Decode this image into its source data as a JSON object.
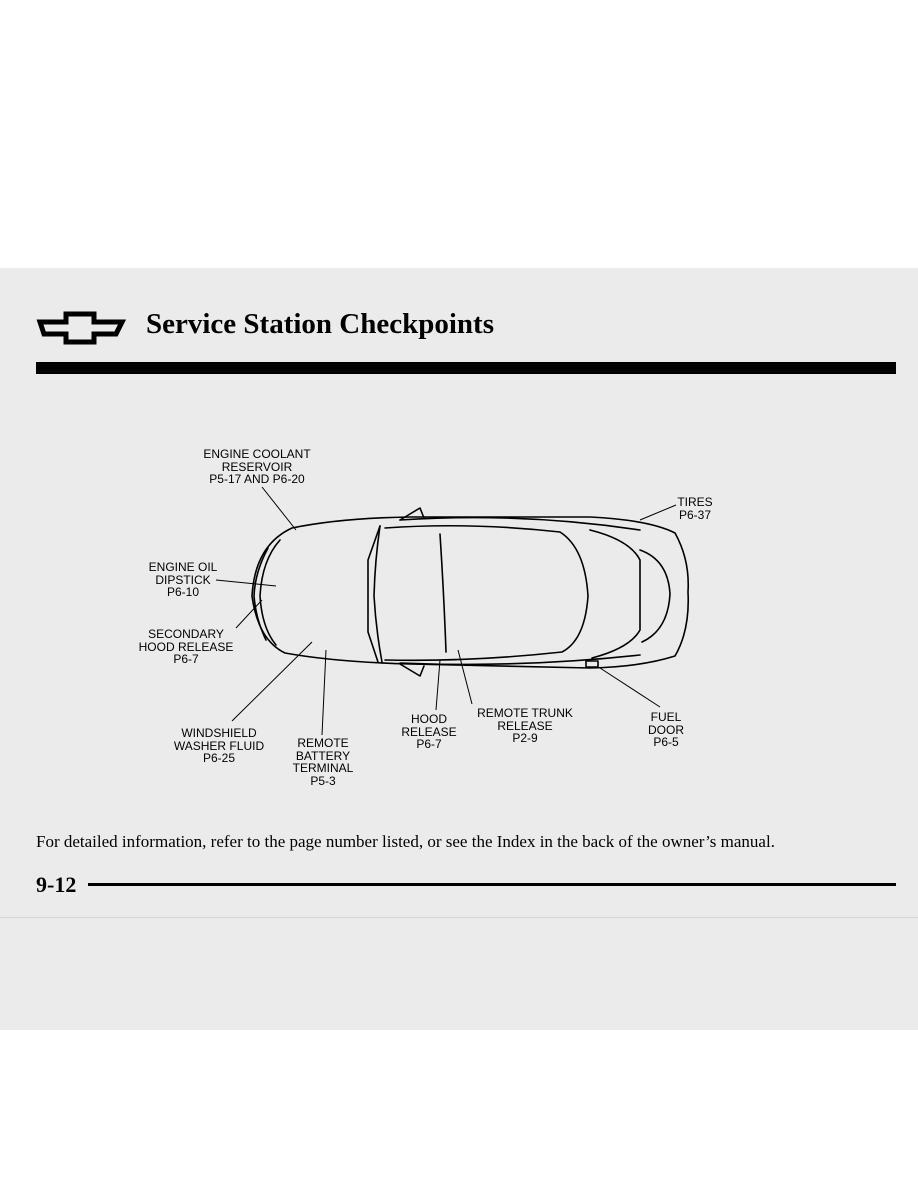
{
  "header": {
    "title": "Service Station Checkpoints",
    "logo": "chevrolet-bowtie-logo"
  },
  "callouts": {
    "coolant": [
      "ENGINE COOLANT",
      "RESERVOIR",
      "P5-17 AND P6-20"
    ],
    "oil": [
      "ENGINE OIL",
      "DIPSTICK",
      "P6-10"
    ],
    "secondary": [
      "SECONDARY",
      "HOOD RELEASE",
      "P6-7"
    ],
    "washer": [
      "WINDSHIELD",
      "WASHER FLUID",
      "P6-25"
    ],
    "battery": [
      "REMOTE",
      "BATTERY",
      "TERMINAL",
      "P5-3"
    ],
    "hood": [
      "HOOD",
      "RELEASE",
      "P6-7"
    ],
    "trunk": [
      "REMOTE TRUNK",
      "RELEASE",
      "P2-9"
    ],
    "fuel": [
      "FUEL",
      "DOOR",
      "P6-5"
    ],
    "tires": [
      "TIRES",
      "P6-37"
    ]
  },
  "footnote": "For detailed information, refer to the page number listed, or see the Index in the back of the owner’s manual.",
  "page_number": "9-12",
  "colors": {
    "ink": "#000000",
    "page_band": "#ebebeb"
  }
}
